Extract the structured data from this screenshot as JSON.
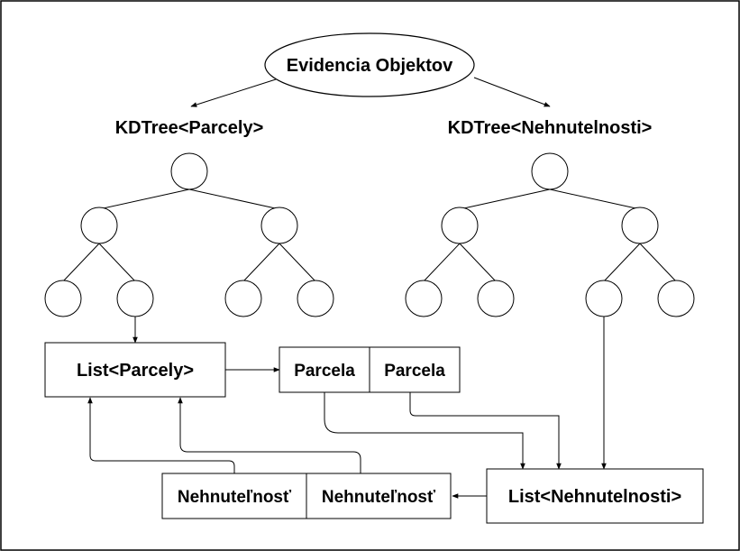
{
  "root": {
    "label": "Evidencia Objektov"
  },
  "trees": [
    {
      "label": "KDTree<Parcely>"
    },
    {
      "label": "KDTree<Nehnutelnosti>"
    }
  ],
  "lists": {
    "parcely": "List<Parcely>",
    "nehnutelnosti": "List<Nehnutelnosti>"
  },
  "items": {
    "parcela_1": "Parcela",
    "parcela_2": "Parcela",
    "nehnutelnost_1": "Nehnuteľnosť",
    "nehnutelnost_2": "Nehnuteľnosť"
  },
  "colors": {
    "stroke": "#000000",
    "fill": "#ffffff"
  }
}
